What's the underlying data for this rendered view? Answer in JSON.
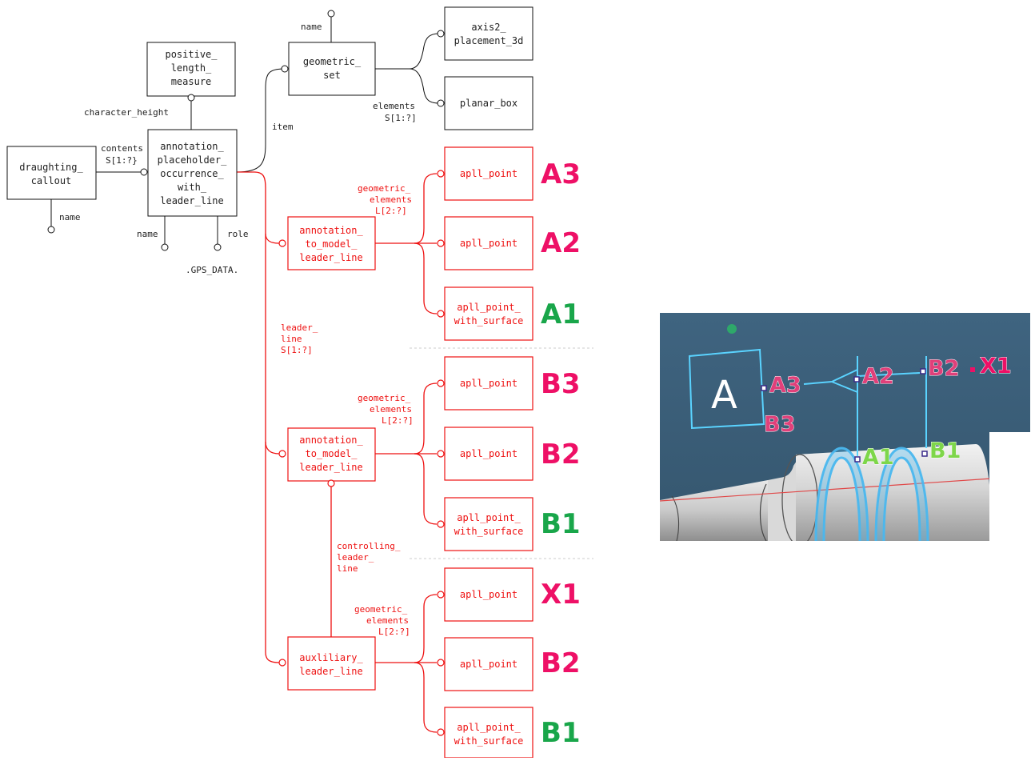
{
  "diagram": {
    "entities": {
      "positive_length_measure": [
        "positive_",
        "length_",
        "measure"
      ],
      "geometric_set": [
        "geometric_",
        "set"
      ],
      "axis2_placement_3d": [
        "axis2_",
        "placement_3d"
      ],
      "planar_box": [
        "planar_box"
      ],
      "draughting_callout": [
        "draughting_",
        "callout"
      ],
      "annotation_placeholder": [
        "annotation_",
        "placeholder_",
        "occurrence_",
        "with_",
        "leader_line"
      ],
      "annotation_leader_line_1": [
        "annotation_",
        "to_model_",
        "leader_line"
      ],
      "annotation_leader_line_2": [
        "annotation_",
        "to_model_",
        "leader_line"
      ],
      "auxiliary_leader_line": [
        "auxliliary_",
        "leader_line"
      ],
      "apll_point": "apll_point",
      "apll_point_with_surface": [
        "apll_point_",
        "with_surface"
      ]
    },
    "attributes": {
      "name_geo": "name",
      "character_height": "character_height",
      "contents": [
        "contents",
        "S[1:?}"
      ],
      "name_callout": "name",
      "name_placeholder": "name",
      "role": "role",
      "gps_data": ".GPS_DATA.",
      "item": "item",
      "elements": [
        "elements",
        "S[1:?]"
      ],
      "geometric_elements": [
        "geometric_",
        "elements",
        "L[2:?]"
      ],
      "leader_line": [
        "leader_",
        "line",
        "S[1:?]"
      ],
      "controlling_leader_line": [
        "controlling_",
        "leader_",
        "line"
      ]
    },
    "point_labels": [
      "A3",
      "A2",
      "A1",
      "B3",
      "B2",
      "B1",
      "X1",
      "B2",
      "B1"
    ]
  },
  "viewport": {
    "frame_letter": "A",
    "labels": [
      "A3",
      "A2",
      "B2",
      "X1",
      "B3",
      "A1",
      "B1"
    ]
  },
  "colors": {
    "red_line": "#ee1111",
    "magenta_label": "#ee1066",
    "green_label": "#19a64a",
    "viewport_bg": "#3d5f7a",
    "leader_cyan": "#49c6ee"
  }
}
